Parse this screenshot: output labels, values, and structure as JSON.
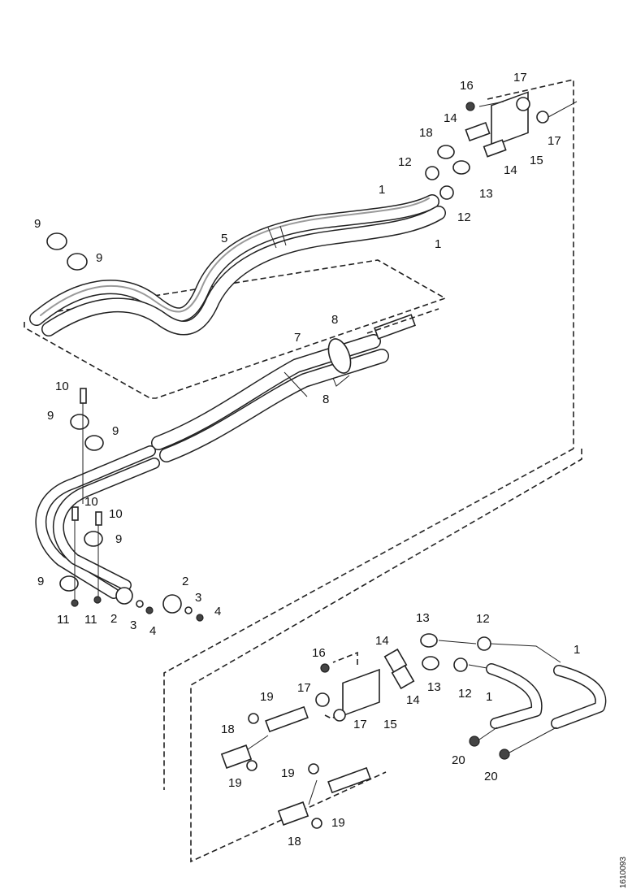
{
  "callouts": [
    {
      "id": "c16a",
      "t": "16"
    },
    {
      "id": "c17a",
      "t": "17"
    },
    {
      "id": "c17b",
      "t": "17"
    },
    {
      "id": "c18a",
      "t": "18"
    },
    {
      "id": "c14a",
      "t": "14"
    },
    {
      "id": "c14b",
      "t": "14"
    },
    {
      "id": "c15a",
      "t": "15"
    },
    {
      "id": "c13a",
      "t": "13"
    },
    {
      "id": "c12a",
      "t": "12"
    },
    {
      "id": "c12b",
      "t": "12"
    },
    {
      "id": "c1a",
      "t": "1"
    },
    {
      "id": "c1b",
      "t": "1"
    },
    {
      "id": "c5",
      "t": "5"
    },
    {
      "id": "c9a",
      "t": "9"
    },
    {
      "id": "c9b",
      "t": "9"
    },
    {
      "id": "c8a",
      "t": "8"
    },
    {
      "id": "c7",
      "t": "7"
    },
    {
      "id": "c8b",
      "t": "8"
    },
    {
      "id": "c10a",
      "t": "10"
    },
    {
      "id": "c9c",
      "t": "9"
    },
    {
      "id": "c9d",
      "t": "9"
    },
    {
      "id": "c10b",
      "t": "10"
    },
    {
      "id": "c10c",
      "t": "10"
    },
    {
      "id": "c9e",
      "t": "9"
    },
    {
      "id": "c9f",
      "t": "9"
    },
    {
      "id": "c2a",
      "t": "2"
    },
    {
      "id": "c3a",
      "t": "3"
    },
    {
      "id": "c4a",
      "t": "4"
    },
    {
      "id": "c11a",
      "t": "11"
    },
    {
      "id": "c11b",
      "t": "11"
    },
    {
      "id": "c2b",
      "t": "2"
    },
    {
      "id": "c3b",
      "t": "3"
    },
    {
      "id": "c4b",
      "t": "4"
    },
    {
      "id": "c13b",
      "t": "13"
    },
    {
      "id": "c12c",
      "t": "12"
    },
    {
      "id": "c1c",
      "t": "1"
    },
    {
      "id": "c16b",
      "t": "16"
    },
    {
      "id": "c14c",
      "t": "14"
    },
    {
      "id": "c13c",
      "t": "13"
    },
    {
      "id": "c12d",
      "t": "12"
    },
    {
      "id": "c17c",
      "t": "17"
    },
    {
      "id": "c19a",
      "t": "19"
    },
    {
      "id": "c14d",
      "t": "14"
    },
    {
      "id": "c1d",
      "t": "1"
    },
    {
      "id": "c18b",
      "t": "18"
    },
    {
      "id": "c17d",
      "t": "17"
    },
    {
      "id": "c15b",
      "t": "15"
    },
    {
      "id": "c20a",
      "t": "20"
    },
    {
      "id": "c19b",
      "t": "19"
    },
    {
      "id": "c20b",
      "t": "20"
    },
    {
      "id": "c19c",
      "t": "19"
    },
    {
      "id": "c19d",
      "t": "19"
    },
    {
      "id": "c18c",
      "t": "18"
    }
  ],
  "doc_id": "1610093"
}
